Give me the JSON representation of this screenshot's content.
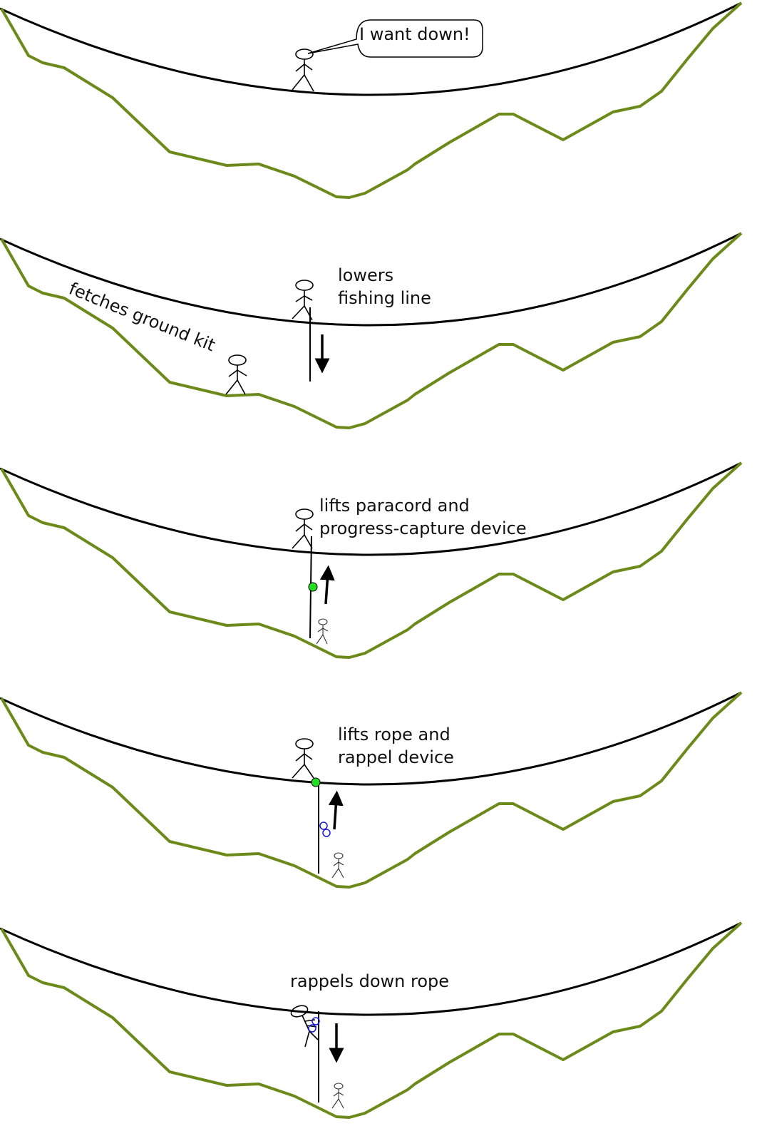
{
  "panels": [
    {
      "caption": "I want down!"
    },
    {
      "caption_line1": "lowers",
      "caption_line2": "fishing line",
      "side_label": "fetches ground kit"
    },
    {
      "caption_line1": "lifts paracord and",
      "caption_line2": "progress-capture device"
    },
    {
      "caption_line1": "lifts rope and",
      "caption_line2": "rappel device"
    },
    {
      "caption": "rappels down rope"
    }
  ],
  "colors": {
    "terrain": "#6b8a1a",
    "capture_device": "#22dd22",
    "rappel_device": "#1a1acc"
  }
}
